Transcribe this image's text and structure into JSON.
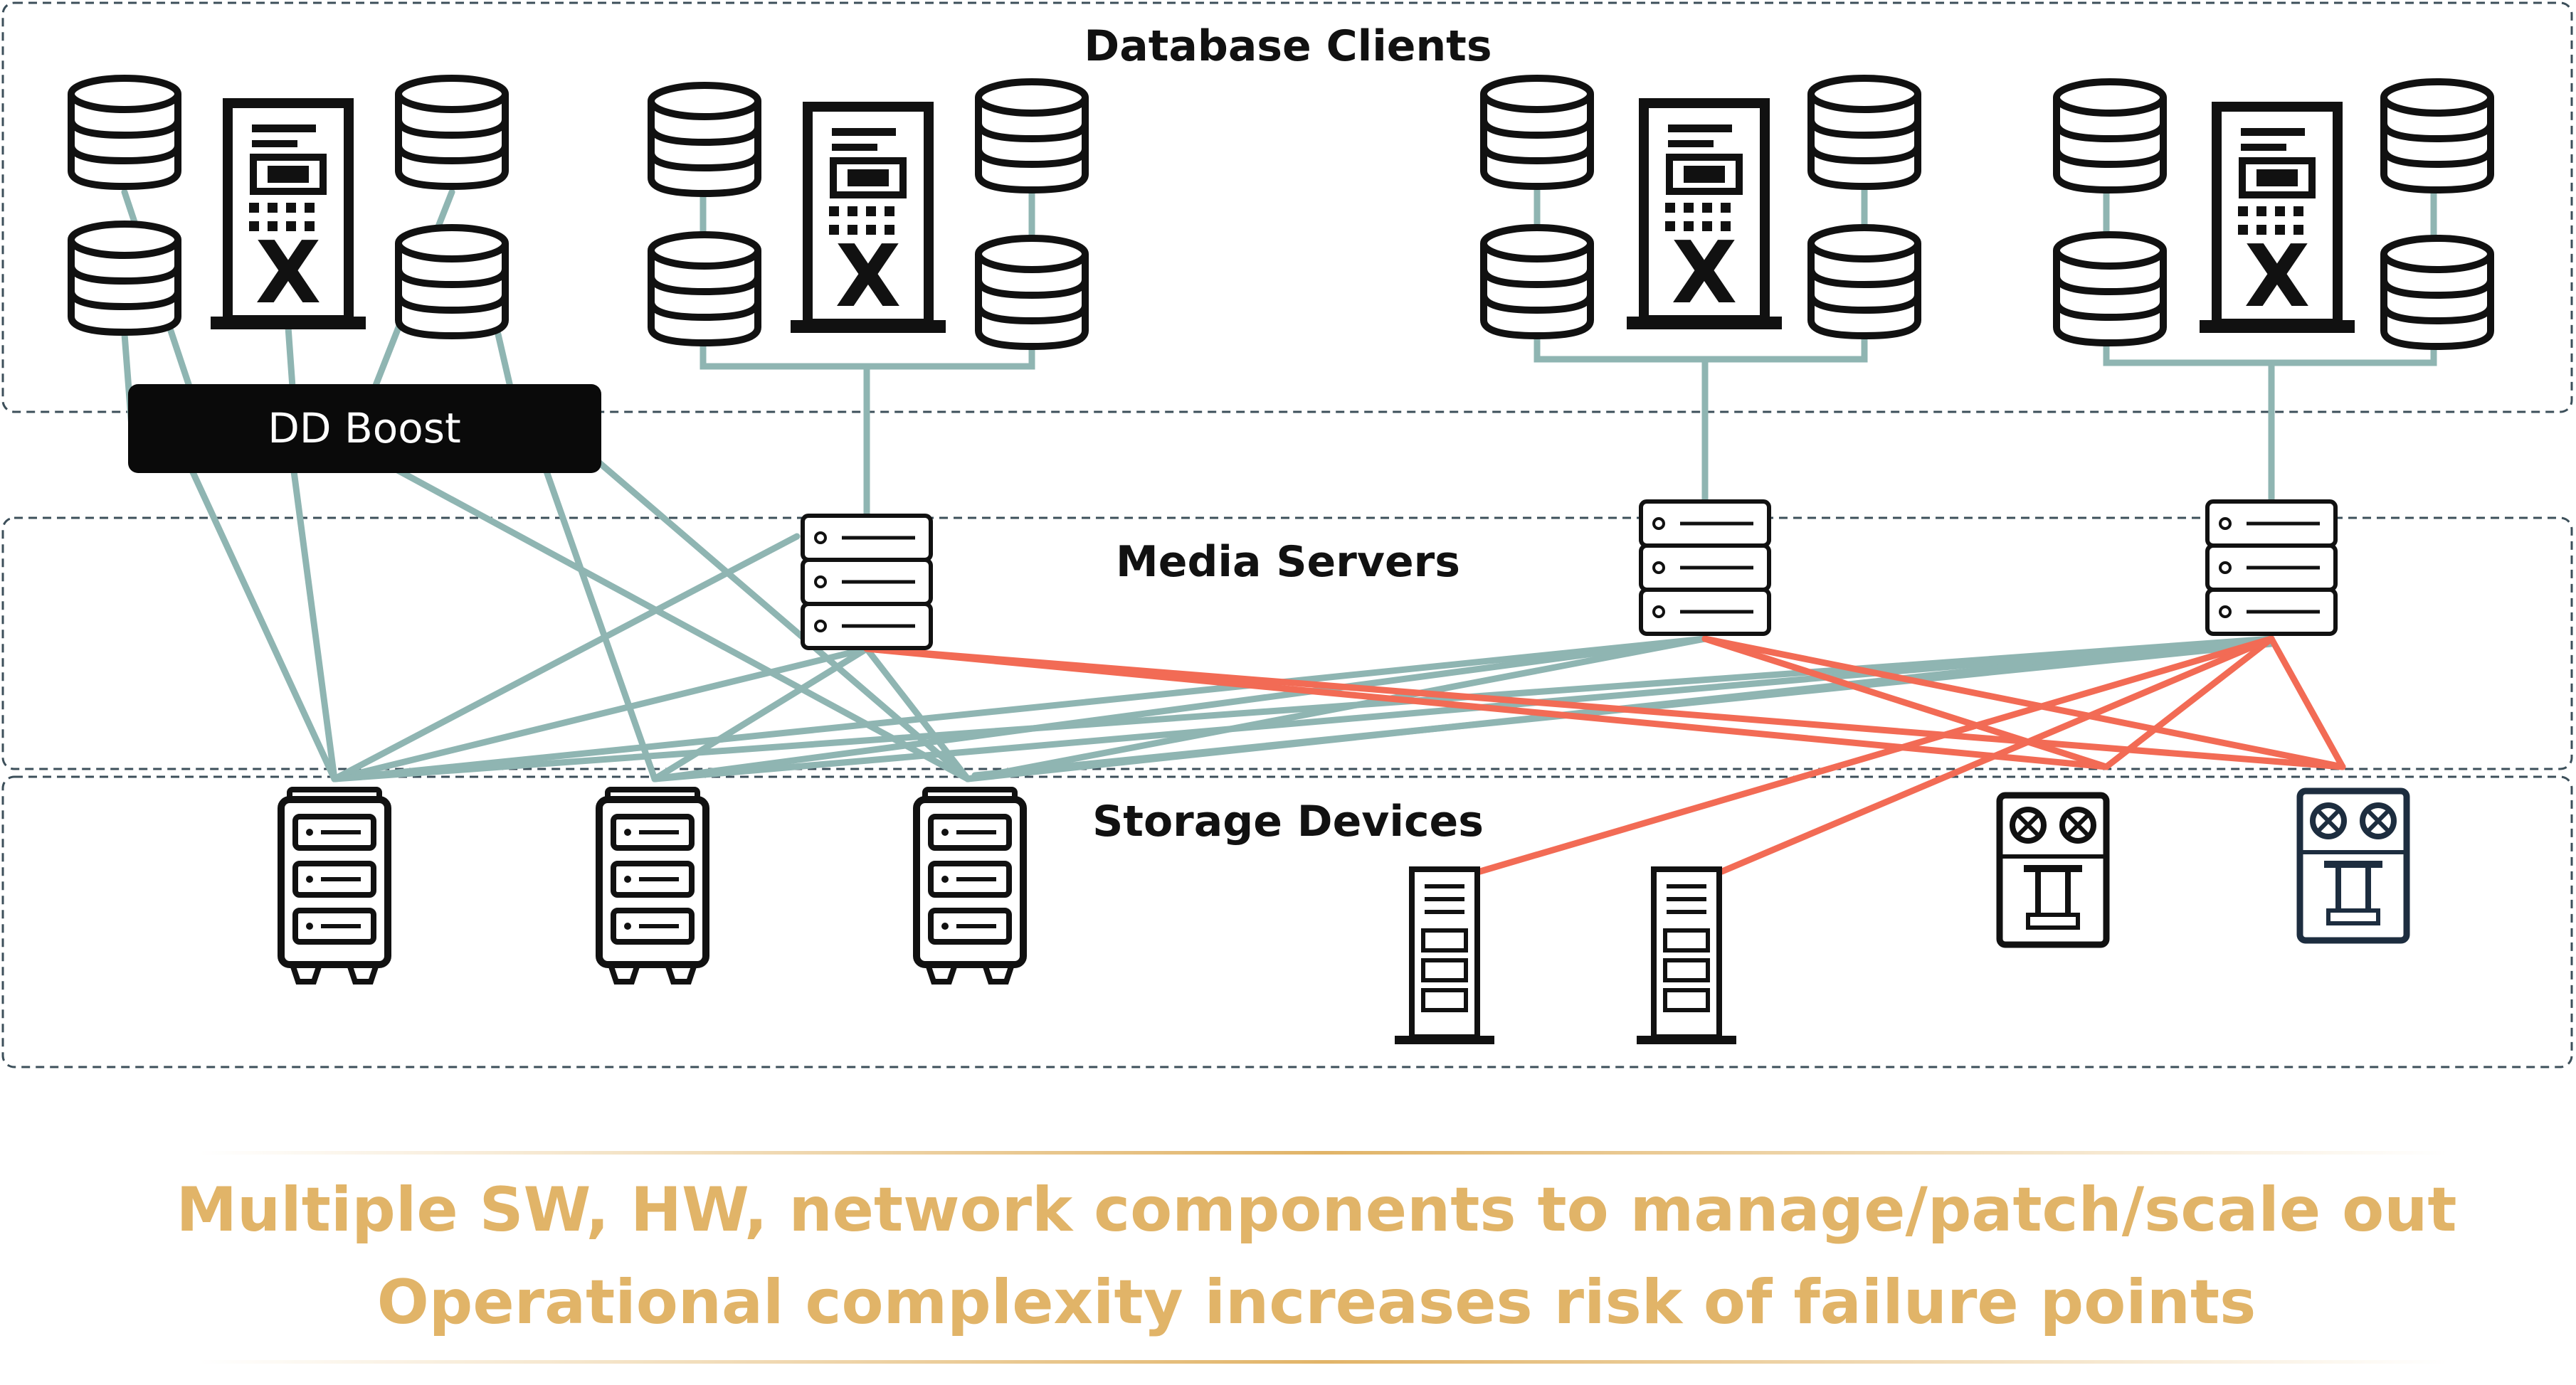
{
  "zones": {
    "database_clients": "Database Clients",
    "media_servers": "Media Servers",
    "storage_devices": "Storage Devices"
  },
  "dd_boost": "DD Boost",
  "db_server_mark": "X",
  "callout": {
    "line1": "Multiple SW, HW, network components to manage/patch/scale out",
    "line2": "Operational complexity increases risk of failure points"
  },
  "colors": {
    "teal_connector": "#8fb5b2",
    "red_connector": "#f26b55",
    "callout_text": "#e1b468",
    "dashed_border": "#3c4f5a",
    "icon_stroke": "#111111",
    "tape_drive_alt": "#1d2d3f"
  },
  "icons": {
    "client_group": [
      "database-icon",
      "database-icon",
      "database-server-icon",
      "database-icon",
      "database-icon"
    ],
    "media_server": "rack-server-icon",
    "disk_storage": "storage-rack-icon",
    "tape_library": "tape-library-icon",
    "tape_drive": "tape-drive-icon"
  }
}
